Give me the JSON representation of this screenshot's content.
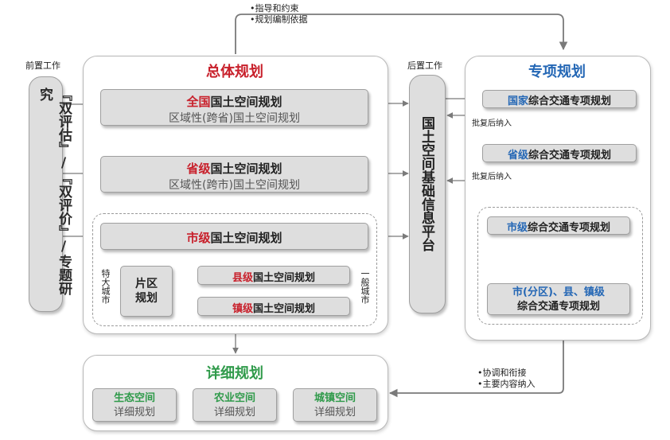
{
  "top_note": {
    "line1": "•指导和约束",
    "line2": "•规划编制依据"
  },
  "left_header": "前置工作",
  "right_header": "后置工作",
  "left_column_text": "『双评估』/『双评价』/专题研究",
  "platform_text": "国土空间基础信息平台",
  "overall": {
    "title": "总体规划",
    "national": {
      "highlight": "全国",
      "rest": "国土空间规划",
      "sub": "区域性(跨省)国土空间规划"
    },
    "provincial": {
      "highlight": "省级",
      "rest": "国土空间规划",
      "sub": "区域性(跨市)国土空间规划"
    },
    "city": {
      "highlight": "市级",
      "rest": "国土空间规划"
    },
    "megacity_label": "特大城市",
    "district_box": "片区规划",
    "county": {
      "highlight": "县级",
      "rest": "国土空间规划"
    },
    "town": {
      "highlight": "镇级",
      "rest": "国土空间规划"
    },
    "general_city_label": "一般城市"
  },
  "special": {
    "title": "专项规划",
    "national": {
      "highlight": "国家",
      "rest": "综合交通专项规划"
    },
    "provincial": {
      "highlight": "省级",
      "rest": "综合交通专项规划"
    },
    "city": {
      "highlight": "市级",
      "rest": "综合交通专项规划"
    },
    "district": {
      "line1": "市(分区)、县、镇级",
      "line2": "综合交通专项规划"
    },
    "approval_note_1": "批复后纳入",
    "approval_note_2": "批复后纳入"
  },
  "bottom_note": {
    "line1": "•协调和衔接",
    "line2": "•主要内容纳入"
  },
  "detail": {
    "title": "详细规划",
    "items": [
      {
        "title": "生态空间",
        "sub": "详细规划"
      },
      {
        "title": "农业空间",
        "sub": "详细规划"
      },
      {
        "title": "城镇空间",
        "sub": "详细规划"
      }
    ]
  },
  "colors": {
    "red": "#c8202b",
    "blue": "#2467b5",
    "green": "#2f9a4a",
    "box_fill": "#dedede"
  }
}
